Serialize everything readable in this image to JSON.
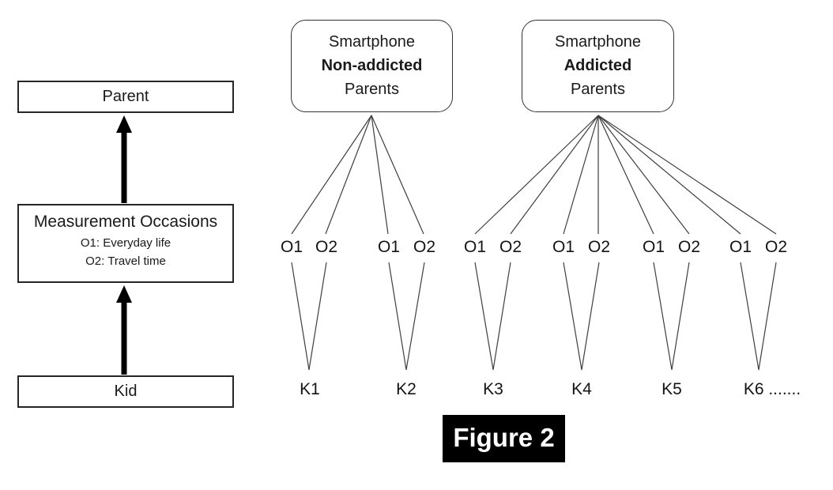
{
  "figure": {
    "caption": "Figure 2"
  },
  "colors": {
    "background": "#ffffff",
    "thin_line": "#3f3f3f",
    "box_border": "#262626",
    "round_box_border": "#333333",
    "arrow": "#000000",
    "caption_bg": "#000000",
    "caption_text": "#ffffff",
    "text": "#1a1a1a"
  },
  "left_panel": {
    "parent_label": "Parent",
    "measurement": {
      "title": "Measurement Occasions",
      "items": [
        "O1: Everyday life",
        "O2: Travel time"
      ]
    },
    "kid_label": "Kid"
  },
  "parent_groups": [
    {
      "line1": "Smartphone",
      "line2": "Non-addicted",
      "line3": "Parents"
    },
    {
      "line1": "Smartphone",
      "line2": "Addicted",
      "line3": "Parents"
    }
  ],
  "units": [
    {
      "o1": "O1",
      "o2": "O2",
      "kid": "K1"
    },
    {
      "o1": "O1",
      "o2": "O2",
      "kid": "K2"
    },
    {
      "o1": "O1",
      "o2": "O2",
      "kid": "K3"
    },
    {
      "o1": "O1",
      "o2": "O2",
      "kid": "K4"
    },
    {
      "o1": "O1",
      "o2": "O2",
      "kid": "K5"
    },
    {
      "o1": "O1",
      "o2": "O2",
      "kid": "K6 ......."
    }
  ]
}
